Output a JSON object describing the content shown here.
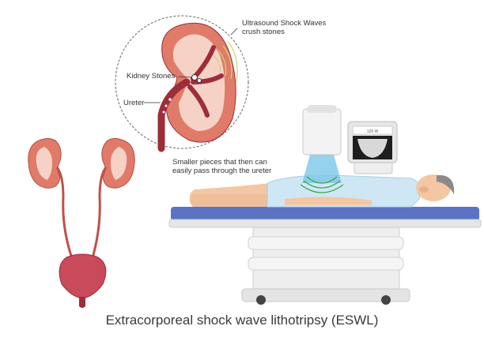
{
  "labels": {
    "shock_waves_line1": "Ultrasound Shock Waves",
    "shock_waves_line2": "crush stones",
    "kidney_stones": "Kidney Stones",
    "ureter": "Ureter",
    "smaller_line1": "Smaller pieces that then can",
    "smaller_line2": "easily pass through the ureter"
  },
  "monitor": {
    "readout": "120 W"
  },
  "caption": "Extracorporeal shock wave lithotripsy (ESWL)",
  "colors": {
    "kidney_outer": "#e07b6a",
    "kidney_inner": "#f6d2c6",
    "kidney_dark": "#9e2d3a",
    "wave_green": "#3aa84a",
    "beam_blue": "#7cc7e8",
    "gown_blue": "#cfe7f4",
    "table_blue": "#5a73c4",
    "skin": "#f3c7a4"
  }
}
